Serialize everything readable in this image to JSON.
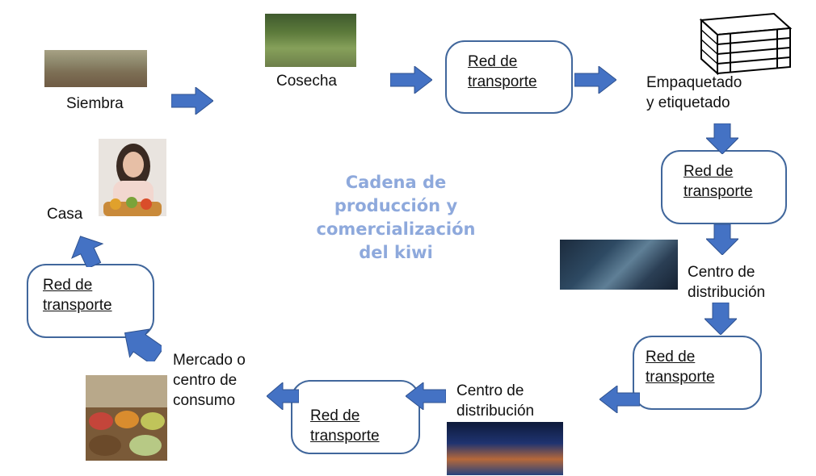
{
  "title_lines": [
    "Cadena de",
    "producción y",
    "comercialización",
    "del kiwi"
  ],
  "nodes": {
    "siembra": "Siembra",
    "cosecha": "Cosecha",
    "empaquetado": [
      "Empaquetado",
      "y etiquetado"
    ],
    "centro1": [
      "Centro de",
      "distribución"
    ],
    "centro2": [
      "Centro de",
      "distribución"
    ],
    "mercado": [
      "Mercado o",
      "centro de",
      "consumo"
    ],
    "casa": "Casa"
  },
  "transport_label": [
    "Red de",
    "transporte"
  ],
  "colors": {
    "arrow": "#4472c4",
    "box_border": "#41679c",
    "title": "#8ea9dc"
  }
}
